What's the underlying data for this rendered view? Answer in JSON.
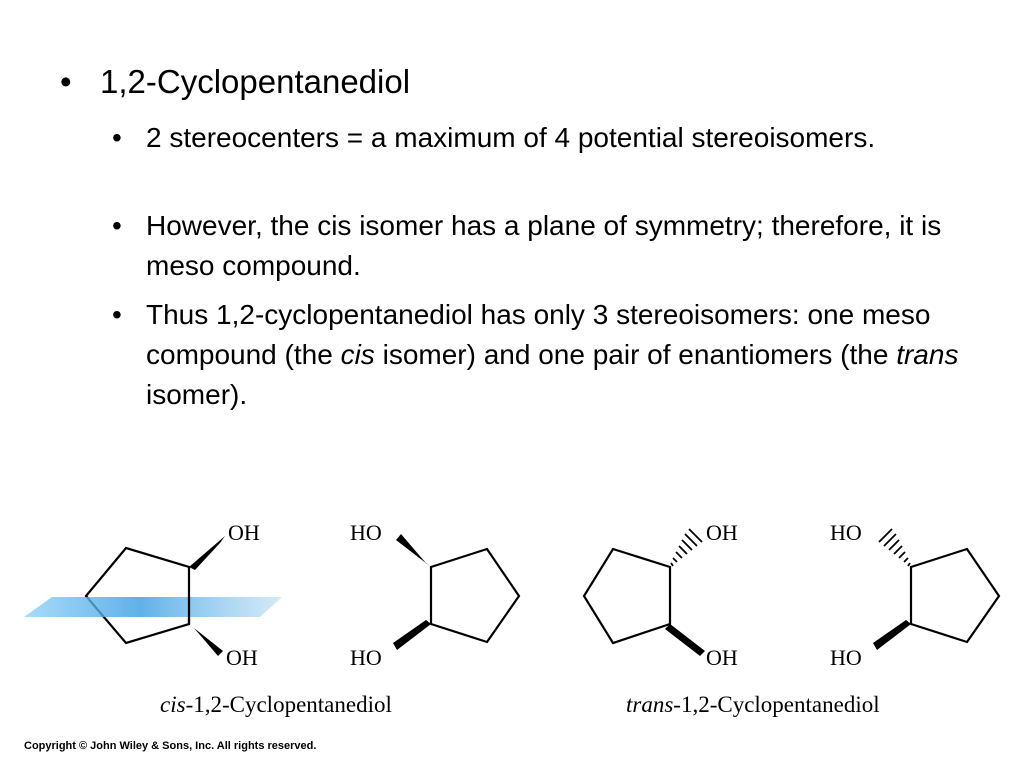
{
  "bullets": {
    "main": "1,2-Cyclopentanediol",
    "sub1": "2 stereocenters = a maximum of 4 potential stereoisomers.",
    "sub2": "However, the cis isomer has a plane of symmetry; therefore, it is meso compound.",
    "sub3": {
      "part1": "Thus 1,2-cyclopentanediol has only 3 stereoisomers: one meso compound (the ",
      "italic1": "cis",
      "part2": " isomer) and one pair of enantiomers (the ",
      "italic2": "trans",
      "part3": " isomer)."
    }
  },
  "structures": {
    "oh_label": "OH",
    "ho_label": "HO",
    "cis_caption": {
      "prefix": "cis",
      "suffix": "-1,2-Cyclopentanediol"
    },
    "trans_caption": {
      "prefix": "trans",
      "suffix": "-1,2-Cyclopentanediol"
    },
    "plane_color": "#3a9ee4"
  },
  "copyright": "Copyright © John Wiley & Sons, Inc. All rights reserved."
}
